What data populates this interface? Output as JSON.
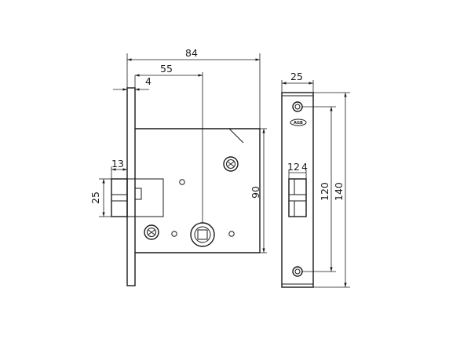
{
  "dimensions": {
    "overall_width": "84",
    "backset": "55",
    "faceplate_thickness": "4",
    "latch_projection": "13",
    "latch_height": "25",
    "body_height": "90",
    "faceplate_width": "25",
    "latch_width": "12",
    "latch_offset": "4",
    "screw_spacing": "120",
    "faceplate_length": "140"
  },
  "logo": {
    "text": "AGB"
  }
}
